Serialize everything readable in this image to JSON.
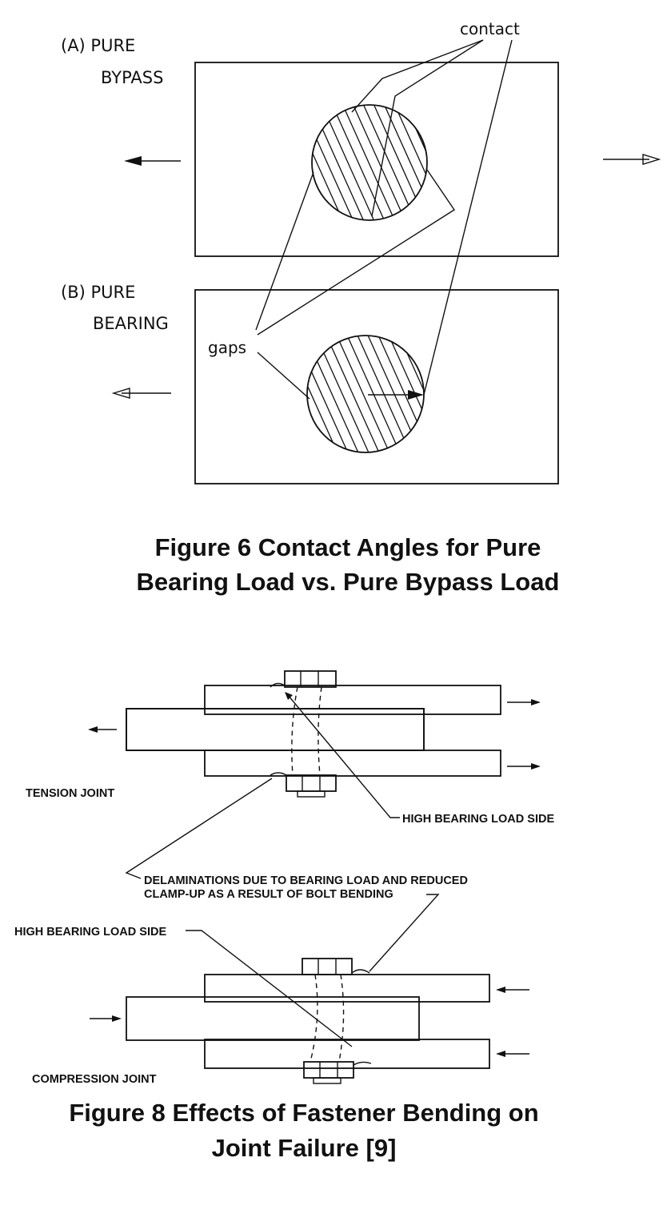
{
  "figure6": {
    "panel_a_label_line1": "(A) PURE",
    "panel_a_label_line2": "BYPASS",
    "panel_b_label_line1": "(B) PURE",
    "panel_b_label_line2": "BEARING",
    "contact_label": "contact",
    "gaps_label": "gaps",
    "caption_line1": "Figure 6 Contact Angles for Pure",
    "caption_line2": "Bearing Load vs. Pure Bypass Load"
  },
  "figure8": {
    "tension_label": "TENSION JOINT",
    "compression_label": "COMPRESSION JOINT",
    "high_bearing_label_top": "HIGH BEARING LOAD SIDE",
    "high_bearing_label_bottom": "HIGH BEARING LOAD SIDE",
    "delamination_line1": "DELAMINATIONS DUE TO BEARING LOAD AND REDUCED",
    "delamination_line2": "CLAMP-UP AS A RESULT OF BOLT BENDING",
    "caption_line1": "Figure 8 Effects of Fastener Bending on",
    "caption_line2": "Joint Failure [9]"
  }
}
